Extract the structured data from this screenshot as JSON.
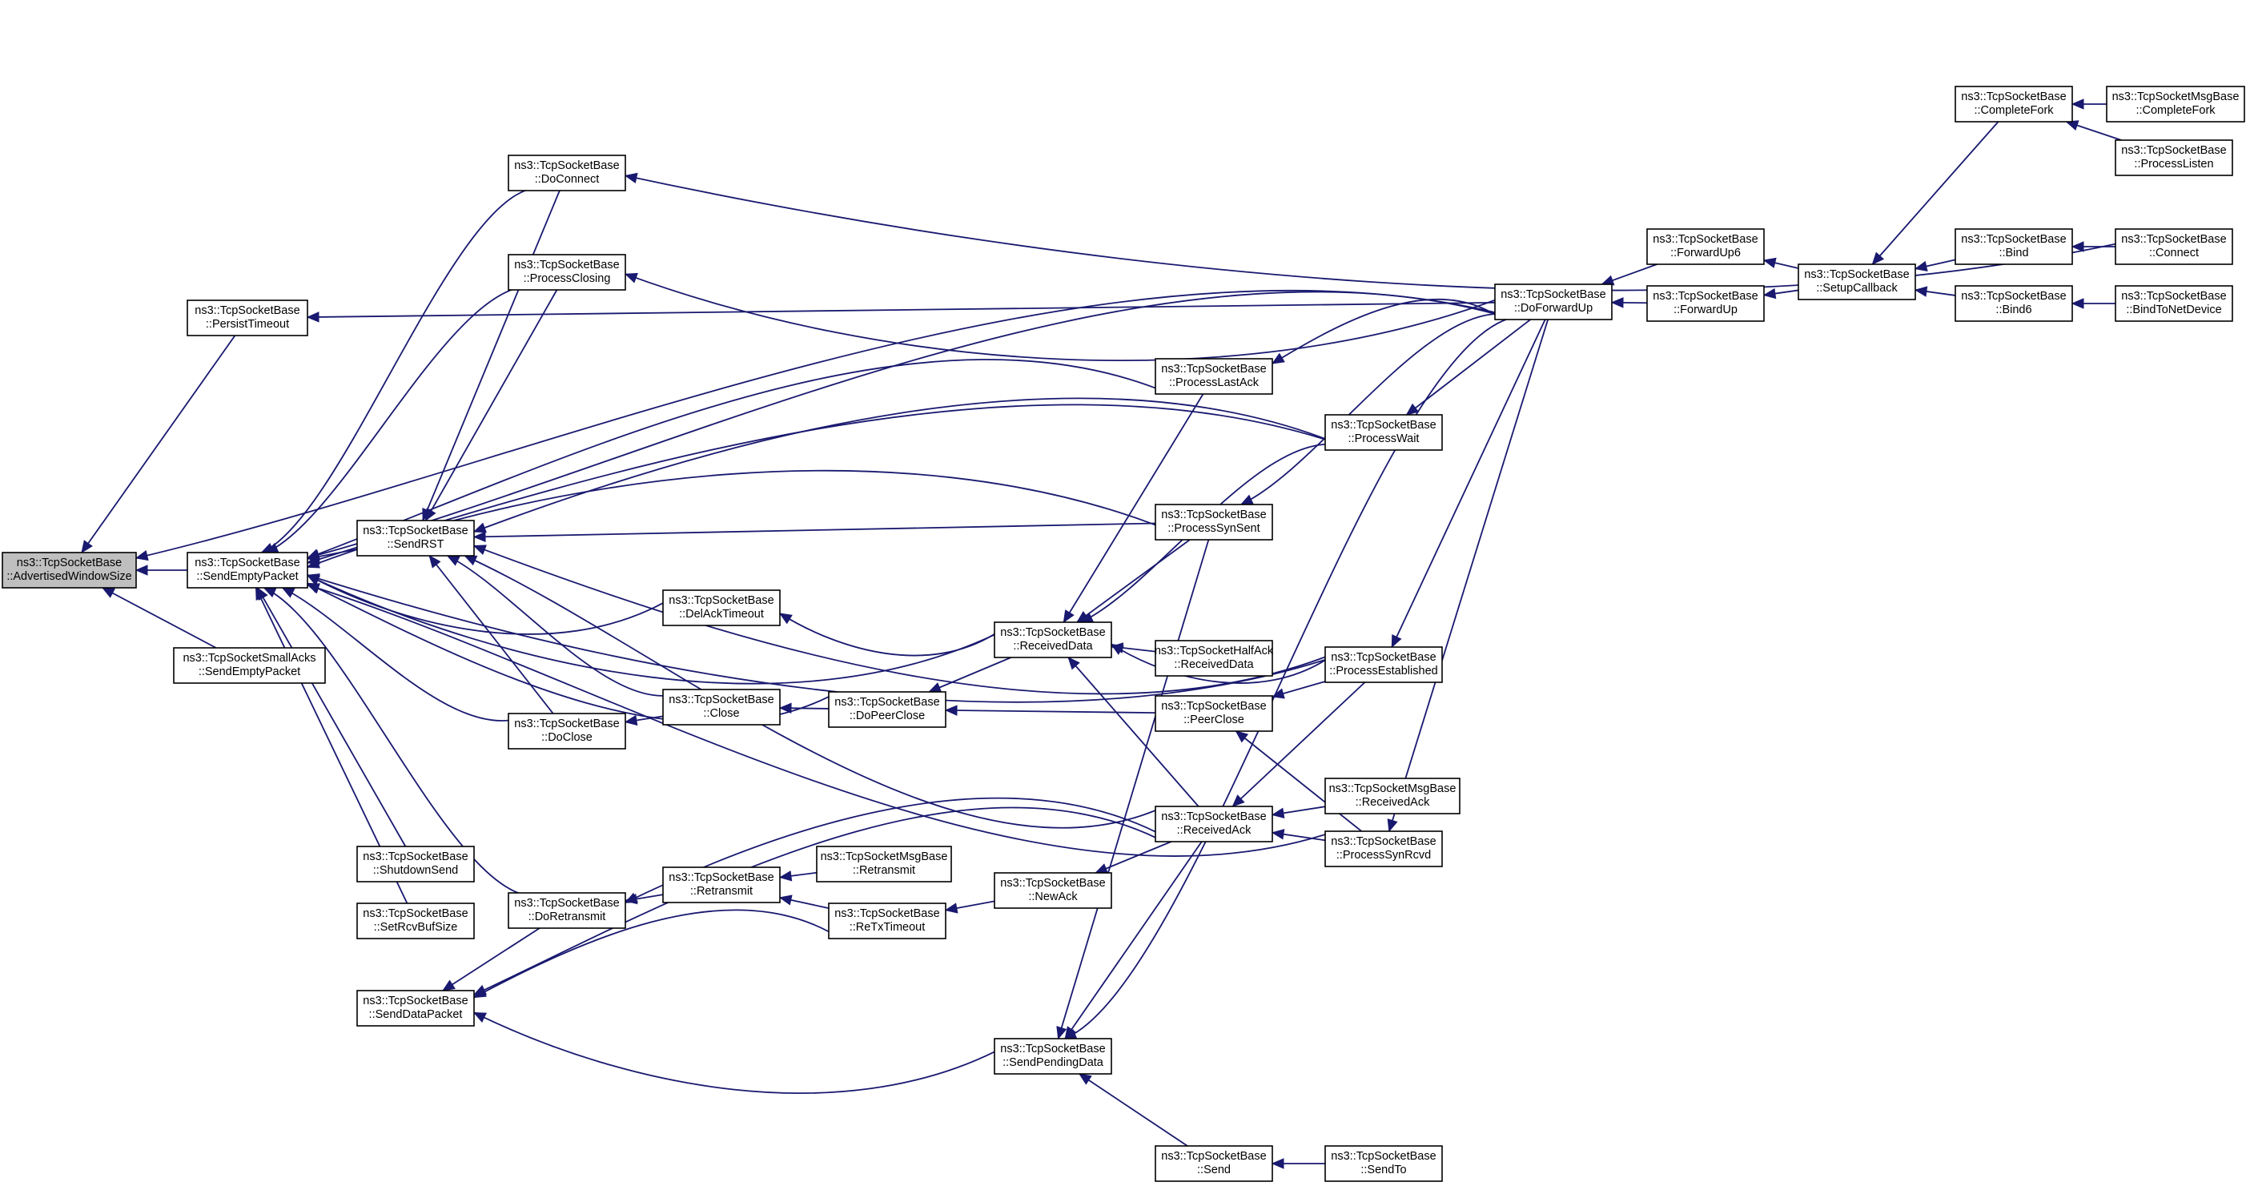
{
  "graph": {
    "nodes": [
      {
        "id": "awsize",
        "lines": [
          "ns3::TcpSocketBase",
          "::AdvertisedWindowSize"
        ],
        "root": true
      },
      {
        "id": "sendempty",
        "lines": [
          "ns3::TcpSocketBase",
          "::SendEmptyPacket"
        ]
      },
      {
        "id": "smallacks",
        "lines": [
          "ns3::TcpSocketSmallAcks",
          "::SendEmptyPacket"
        ]
      },
      {
        "id": "persist",
        "lines": [
          "ns3::TcpSocketBase",
          "::PersistTimeout"
        ]
      },
      {
        "id": "sendrst",
        "lines": [
          "ns3::TcpSocketBase",
          "::SendRST"
        ]
      },
      {
        "id": "shutdownsend",
        "lines": [
          "ns3::TcpSocketBase",
          "::ShutdownSend"
        ]
      },
      {
        "id": "setrcvbuf",
        "lines": [
          "ns3::TcpSocketBase",
          "::SetRcvBufSize"
        ]
      },
      {
        "id": "senddata",
        "lines": [
          "ns3::TcpSocketBase",
          "::SendDataPacket"
        ]
      },
      {
        "id": "doconnect",
        "lines": [
          "ns3::TcpSocketBase",
          "::DoConnect"
        ]
      },
      {
        "id": "procclosing",
        "lines": [
          "ns3::TcpSocketBase",
          "::ProcessClosing"
        ]
      },
      {
        "id": "doclose",
        "lines": [
          "ns3::TcpSocketBase",
          "::DoClose"
        ]
      },
      {
        "id": "doretransmit",
        "lines": [
          "ns3::TcpSocketBase",
          "::DoRetransmit"
        ]
      },
      {
        "id": "delack",
        "lines": [
          "ns3::TcpSocketBase",
          "::DelAckTimeout"
        ]
      },
      {
        "id": "close",
        "lines": [
          "ns3::TcpSocketBase",
          "::Close"
        ]
      },
      {
        "id": "retransmit",
        "lines": [
          "ns3::TcpSocketBase",
          "::Retransmit"
        ]
      },
      {
        "id": "msgretransmit",
        "lines": [
          "ns3::TcpSocketMsgBase",
          "::Retransmit"
        ]
      },
      {
        "id": "retxtimeout",
        "lines": [
          "ns3::TcpSocketBase",
          "::ReTxTimeout"
        ]
      },
      {
        "id": "dopeerclose",
        "lines": [
          "ns3::TcpSocketBase",
          "::DoPeerClose"
        ]
      },
      {
        "id": "receiveddata",
        "lines": [
          "ns3::TcpSocketBase",
          "::ReceivedData"
        ]
      },
      {
        "id": "sendpending",
        "lines": [
          "ns3::TcpSocketBase",
          "::SendPendingData"
        ]
      },
      {
        "id": "newack",
        "lines": [
          "ns3::TcpSocketBase",
          "::NewAck"
        ]
      },
      {
        "id": "proclastack",
        "lines": [
          "ns3::TcpSocketBase",
          "::ProcessLastAck"
        ]
      },
      {
        "id": "procsynsent",
        "lines": [
          "ns3::TcpSocketBase",
          "::ProcessSynSent"
        ]
      },
      {
        "id": "halfack",
        "lines": [
          "ns3::TcpSocketHalfAck",
          "::ReceivedData"
        ]
      },
      {
        "id": "peerclose",
        "lines": [
          "ns3::TcpSocketBase",
          "::PeerClose"
        ]
      },
      {
        "id": "receivedack",
        "lines": [
          "ns3::TcpSocketBase",
          "::ReceivedAck"
        ]
      },
      {
        "id": "send",
        "lines": [
          "ns3::TcpSocketBase",
          "::Send"
        ]
      },
      {
        "id": "procwait",
        "lines": [
          "ns3::TcpSocketBase",
          "::ProcessWait"
        ]
      },
      {
        "id": "procestablished",
        "lines": [
          "ns3::TcpSocketBase",
          "::ProcessEstablished"
        ]
      },
      {
        "id": "msgreceivedack",
        "lines": [
          "ns3::TcpSocketMsgBase",
          "::ReceivedAck"
        ]
      },
      {
        "id": "procsynrcvd",
        "lines": [
          "ns3::TcpSocketBase",
          "::ProcessSynRcvd"
        ]
      },
      {
        "id": "sendto",
        "lines": [
          "ns3::TcpSocketBase",
          "::SendTo"
        ]
      },
      {
        "id": "doforwardup",
        "lines": [
          "ns3::TcpSocketBase",
          "::DoForwardUp"
        ]
      },
      {
        "id": "forwardup6",
        "lines": [
          "ns3::TcpSocketBase",
          "::ForwardUp6"
        ]
      },
      {
        "id": "forwardup",
        "lines": [
          "ns3::TcpSocketBase",
          "::ForwardUp"
        ]
      },
      {
        "id": "setupcallback",
        "lines": [
          "ns3::TcpSocketBase",
          "::SetupCallback"
        ]
      },
      {
        "id": "completefork",
        "lines": [
          "ns3::TcpSocketBase",
          "::CompleteFork"
        ]
      },
      {
        "id": "bind",
        "lines": [
          "ns3::TcpSocketBase",
          "::Bind"
        ]
      },
      {
        "id": "bind6",
        "lines": [
          "ns3::TcpSocketBase",
          "::Bind6"
        ]
      },
      {
        "id": "msgcompletefork",
        "lines": [
          "ns3::TcpSocketMsgBase",
          "::CompleteFork"
        ]
      },
      {
        "id": "proclisten",
        "lines": [
          "ns3::TcpSocketBase",
          "::ProcessListen"
        ]
      },
      {
        "id": "connect",
        "lines": [
          "ns3::TcpSocketBase",
          "::Connect"
        ]
      },
      {
        "id": "bindtonet",
        "lines": [
          "ns3::TcpSocketBase",
          "::BindToNetDevice"
        ]
      }
    ],
    "edges": [
      [
        "sendempty",
        "awsize"
      ],
      [
        "smallacks",
        "awsize"
      ],
      [
        "persist",
        "awsize"
      ],
      [
        "doforwardup",
        "awsize"
      ],
      [
        "sendrst",
        "sendempty"
      ],
      [
        "doconnect",
        "sendempty"
      ],
      [
        "procclosing",
        "sendempty"
      ],
      [
        "doclose",
        "sendempty"
      ],
      [
        "delack",
        "sendempty"
      ],
      [
        "receiveddata",
        "sendempty"
      ],
      [
        "dopeerclose",
        "sendempty"
      ],
      [
        "proclastack",
        "sendempty"
      ],
      [
        "procsynsent",
        "sendempty"
      ],
      [
        "procwait",
        "sendempty"
      ],
      [
        "procestablished",
        "sendempty"
      ],
      [
        "shutdownsend",
        "sendempty"
      ],
      [
        "setrcvbuf",
        "sendempty"
      ],
      [
        "doretransmit",
        "sendempty"
      ],
      [
        "procsynrcvd",
        "sendempty"
      ],
      [
        "doforwardup",
        "sendempty"
      ],
      [
        "doforwardup",
        "persist"
      ],
      [
        "doconnect",
        "sendrst"
      ],
      [
        "procclosing",
        "sendrst"
      ],
      [
        "doclose",
        "sendrst"
      ],
      [
        "close",
        "sendrst"
      ],
      [
        "procwait",
        "sendrst"
      ],
      [
        "procsynsent",
        "sendrst"
      ],
      [
        "procestablished",
        "sendrst"
      ],
      [
        "receivedack",
        "sendrst"
      ],
      [
        "doretransmit",
        "senddata"
      ],
      [
        "retxtimeout",
        "senddata"
      ],
      [
        "sendpending",
        "senddata"
      ],
      [
        "receivedack",
        "senddata"
      ],
      [
        "connect",
        "doconnect"
      ],
      [
        "doforwardup",
        "procclosing"
      ],
      [
        "close",
        "doclose"
      ],
      [
        "retransmit",
        "doretransmit"
      ],
      [
        "receivedack",
        "doretransmit"
      ],
      [
        "receiveddata",
        "delack"
      ],
      [
        "dopeerclose",
        "close"
      ],
      [
        "msgretransmit",
        "retransmit"
      ],
      [
        "retxtimeout",
        "retransmit"
      ],
      [
        "newack",
        "retxtimeout"
      ],
      [
        "receiveddata",
        "dopeerclose"
      ],
      [
        "peerclose",
        "dopeerclose"
      ],
      [
        "proclastack",
        "receiveddata"
      ],
      [
        "procsynsent",
        "receiveddata"
      ],
      [
        "halfack",
        "receiveddata"
      ],
      [
        "procestablished",
        "receiveddata"
      ],
      [
        "receivedack",
        "receiveddata"
      ],
      [
        "procwait",
        "receiveddata"
      ],
      [
        "procsynsent",
        "sendpending"
      ],
      [
        "send",
        "sendpending"
      ],
      [
        "doforwardup",
        "sendpending"
      ],
      [
        "receivedack",
        "sendpending"
      ],
      [
        "receivedack",
        "newack"
      ],
      [
        "doforwardup",
        "proclastack"
      ],
      [
        "doforwardup",
        "procsynsent"
      ],
      [
        "procestablished",
        "peerclose"
      ],
      [
        "procsynrcvd",
        "peerclose"
      ],
      [
        "procestablished",
        "receivedack"
      ],
      [
        "msgreceivedack",
        "receivedack"
      ],
      [
        "procsynrcvd",
        "receivedack"
      ],
      [
        "sendto",
        "send"
      ],
      [
        "doforwardup",
        "procwait"
      ],
      [
        "doforwardup",
        "procestablished"
      ],
      [
        "doforwardup",
        "procsynrcvd"
      ],
      [
        "forwardup6",
        "doforwardup"
      ],
      [
        "forwardup",
        "doforwardup"
      ],
      [
        "setupcallback",
        "forwardup6"
      ],
      [
        "setupcallback",
        "forwardup"
      ],
      [
        "bind",
        "setupcallback"
      ],
      [
        "bind6",
        "setupcallback"
      ],
      [
        "completefork",
        "setupcallback"
      ],
      [
        "connect",
        "bind"
      ],
      [
        "bindtonet",
        "bind6"
      ],
      [
        "msgcompletefork",
        "completefork"
      ],
      [
        "proclisten",
        "completefork"
      ]
    ]
  },
  "colors": {
    "edge": "#191970",
    "node_border": "#000000",
    "node_fill": "#ffffff",
    "root_fill": "#bfbfbf"
  }
}
